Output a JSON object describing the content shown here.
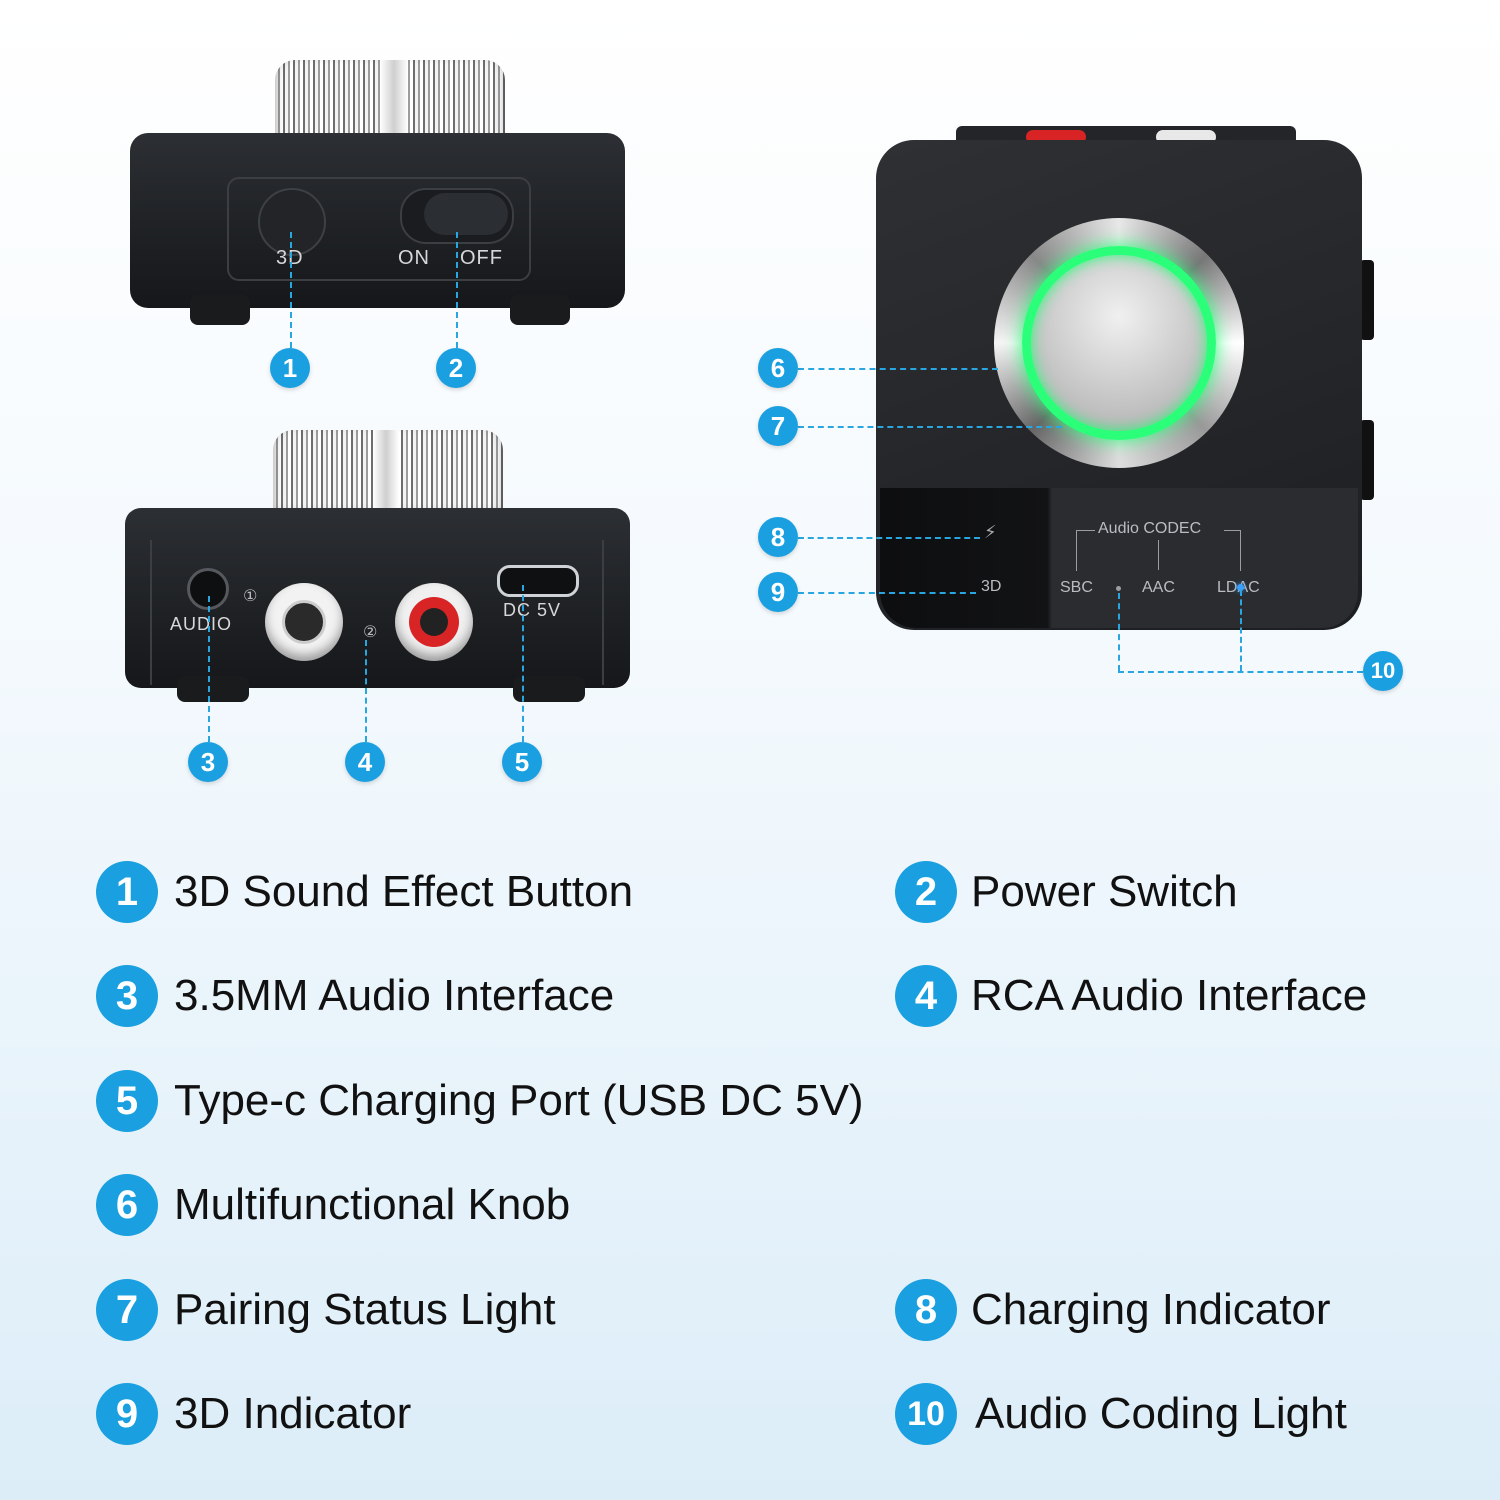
{
  "device_labels": {
    "btn_3d": "3D",
    "switch_on": "ON",
    "switch_off": "OFF",
    "audio_jack": "AUDIO",
    "dc": "DC 5V",
    "rca_1": "①",
    "rca_2": "②",
    "codec_title": "Audio CODEC",
    "sbc": "SBC",
    "aac": "AAC",
    "ldac": "LDAC",
    "indicator_3d": "3D",
    "charge_symbol": "⚡"
  },
  "callouts": [
    "1",
    "2",
    "3",
    "4",
    "5",
    "6",
    "7",
    "8",
    "9",
    "10"
  ],
  "legend": [
    {
      "num": "1",
      "text": "3D Sound Effect Button"
    },
    {
      "num": "2",
      "text": "Power Switch"
    },
    {
      "num": "3",
      "text": "3.5MM Audio Interface"
    },
    {
      "num": "4",
      "text": "RCA Audio Interface"
    },
    {
      "num": "5",
      "text": "Type-c Charging Port (USB DC 5V)"
    },
    {
      "num": "6",
      "text": "Multifunctional Knob"
    },
    {
      "num": "7",
      "text": "Pairing Status Light"
    },
    {
      "num": "8",
      "text": "Charging Indicator"
    },
    {
      "num": "9",
      "text": "3D Indicator"
    },
    {
      "num": "10",
      "text": "Audio Coding Light"
    }
  ],
  "colors": {
    "accent": "#1aa0e0",
    "device_body": "#1e2023",
    "pairing_light": "#2bff7a",
    "ldac_light": "#3aa0ff",
    "rca_red": "#d82424"
  }
}
